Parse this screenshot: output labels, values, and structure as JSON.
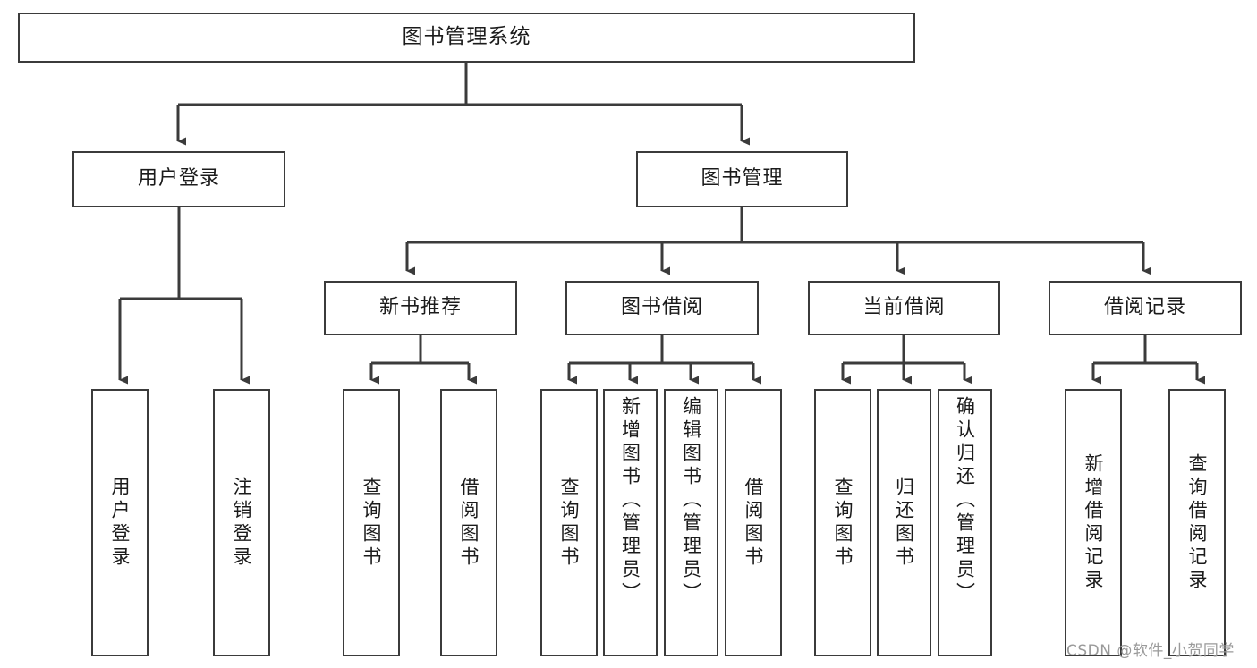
{
  "diagram": {
    "title": "图书管理系统",
    "type": "tree",
    "root": {
      "label": "图书管理系统"
    },
    "level2": [
      {
        "label": "用户登录"
      },
      {
        "label": "图书管理"
      }
    ],
    "level3": [
      {
        "label": "新书推荐"
      },
      {
        "label": "图书借阅"
      },
      {
        "label": "当前借阅"
      },
      {
        "label": "借阅记录"
      }
    ],
    "leaves": {
      "user_login": [
        {
          "label": "用户登录"
        },
        {
          "label": "注销登录"
        }
      ],
      "new_book_recommend": [
        {
          "label": "查询图书"
        },
        {
          "label": "借阅图书"
        }
      ],
      "book_borrow": [
        {
          "label": "查询图书"
        },
        {
          "label": "新增图书（管理员）"
        },
        {
          "label": "编辑图书（管理员）"
        },
        {
          "label": "借阅图书"
        }
      ],
      "current_borrow": [
        {
          "label": "查询图书"
        },
        {
          "label": "归还图书"
        },
        {
          "label": "确认归还（管理员）"
        }
      ],
      "borrow_record": [
        {
          "label": "新增借阅记录"
        },
        {
          "label": "查询借阅记录"
        }
      ]
    }
  },
  "watermark": {
    "text": "CSDN @软件_小贺同学"
  },
  "colors": {
    "stroke": "#3b3b3b",
    "text": "#1b1b1b",
    "background": "#ffffff",
    "watermark": "#9a9a9a"
  }
}
